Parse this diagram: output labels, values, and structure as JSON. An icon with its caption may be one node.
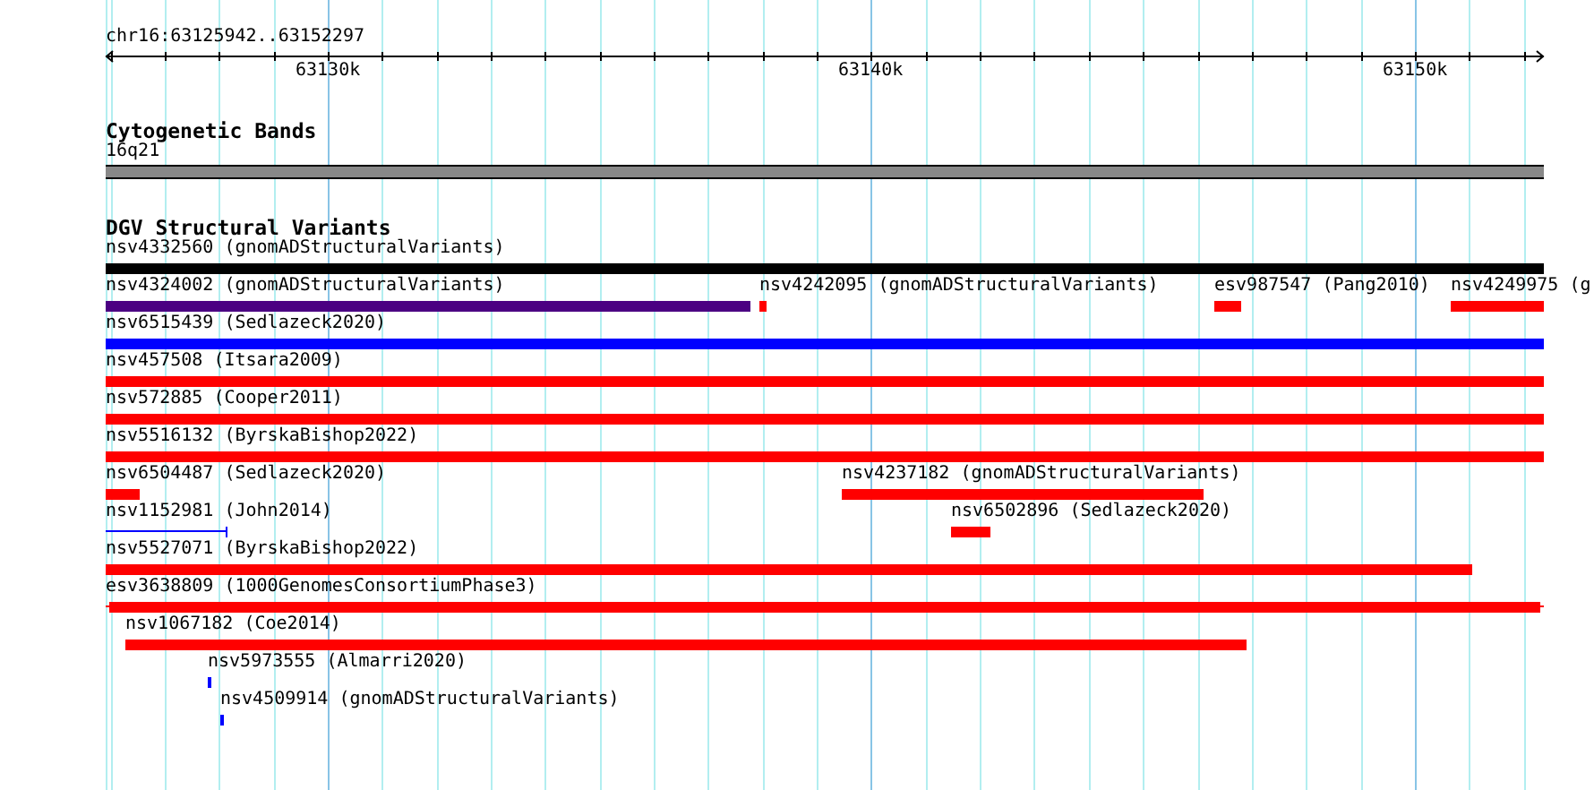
{
  "diagram": {
    "nodes": [
      {
        "text": [
          "Cytogenetic Bands"
        ]
      },
      {
        "text": [
          "16q21"
        ],
        "in": 0
      },
      {
        "text": [
          "DGV Structural Variants"
        ]
      },
      {
        "text": [
          "nsv4332560 (gnomADStructuralVariants)"
        ],
        "in": 2
      },
      {
        "text": [
          "nsv4324002 (gnomADStructuralVariants)"
        ],
        "in": 2
      },
      {
        "text": [
          "nsv4242095 (gnomADStructuralVariants)"
        ],
        "in": 2
      },
      {
        "text": [
          "esv987547 (Pang2010)"
        ],
        "in": 2
      },
      {
        "text": [
          "nsv4249975 (g"
        ],
        "in": 2
      },
      {
        "text": [
          "nsv6515439 (Sedlazeck2020)"
        ],
        "in": 2
      },
      {
        "text": [
          "nsv457508 (Itsara2009)"
        ],
        "in": 2
      },
      {
        "text": [
          "nsv572885 (Cooper2011)"
        ],
        "in": 2
      },
      {
        "text": [
          "nsv5516132 (ByrskaBishop2022)"
        ],
        "in": 2
      },
      {
        "text": [
          "nsv6504487 (Sedlazeck2020)"
        ],
        "in": 2
      },
      {
        "text": [
          "nsv4237182 (gnomADStructuralVariants)"
        ],
        "in": 2
      },
      {
        "text": [
          "nsv1152981 (John2014)"
        ],
        "in": 2
      },
      {
        "text": [
          "nsv6502896 (Sedlazeck2020)"
        ],
        "in": 2
      },
      {
        "text": [
          "nsv5527071 (ByrskaBishop2022)"
        ],
        "in": 2
      },
      {
        "text": [
          "esv3638809 (1000GenomesConsortiumPhase3)"
        ],
        "in": 2
      },
      {
        "text": [
          "nsv1067182 (Coe2014)"
        ],
        "in": 2
      },
      {
        "text": [
          "nsv5973555 (Almarri2020)"
        ],
        "in": 2
      },
      {
        "text": [
          "nsv4509914 (gnomADStructuralVariants)"
        ],
        "in": 2
      }
    ],
    "labels": [
      "chr16:63125942..63152297",
      "63130k",
      "63140k",
      "63150k"
    ]
  }
}
